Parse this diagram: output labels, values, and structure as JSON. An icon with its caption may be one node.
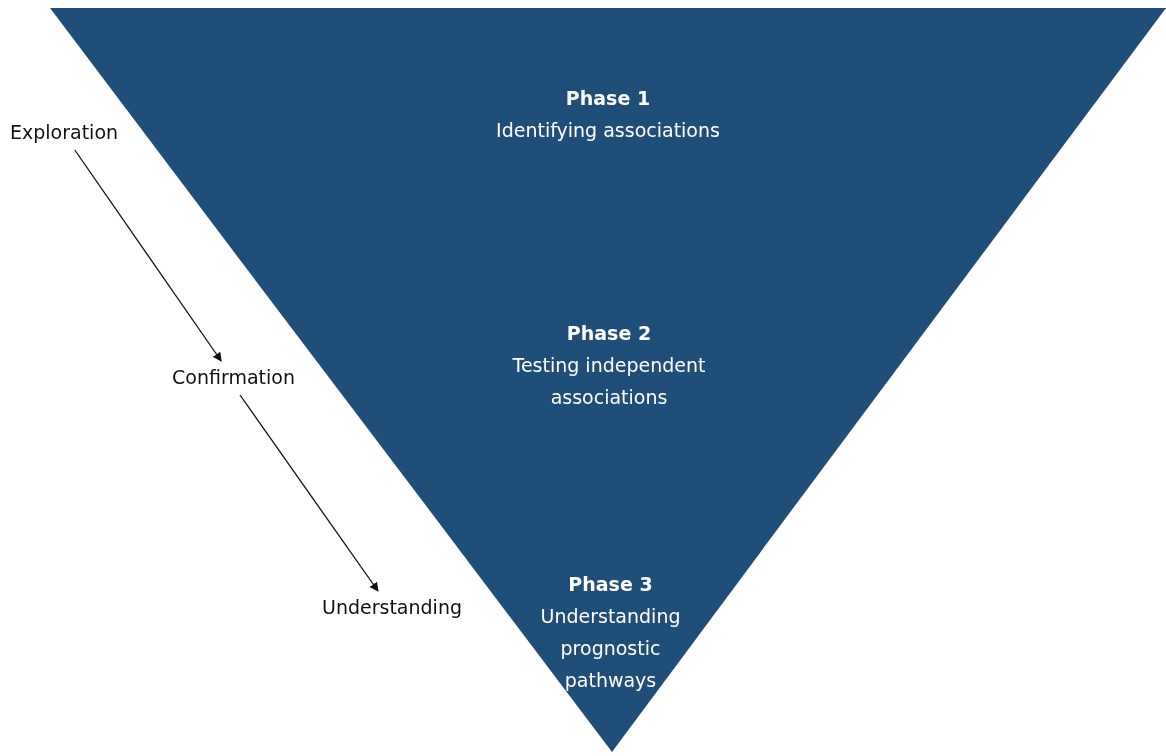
{
  "diagram": {
    "nodes": [
      {
        "text": [
          "Phase 1",
          "Identifying associations"
        ]
      },
      {
        "text": [
          "Phase 2",
          "Testing independent associations"
        ]
      },
      {
        "text": [
          "Phase 3",
          "Understanding prognostic pathways"
        ]
      },
      {
        "text": [
          "Exploration"
        ]
      },
      {
        "text": [
          "Confirmation"
        ]
      },
      {
        "text": [
          "Understanding"
        ]
      }
    ],
    "edges": [
      {
        "from": 3,
        "to": 4,
        "arrow": "to"
      },
      {
        "from": 4,
        "to": 5,
        "arrow": "to"
      }
    ]
  }
}
